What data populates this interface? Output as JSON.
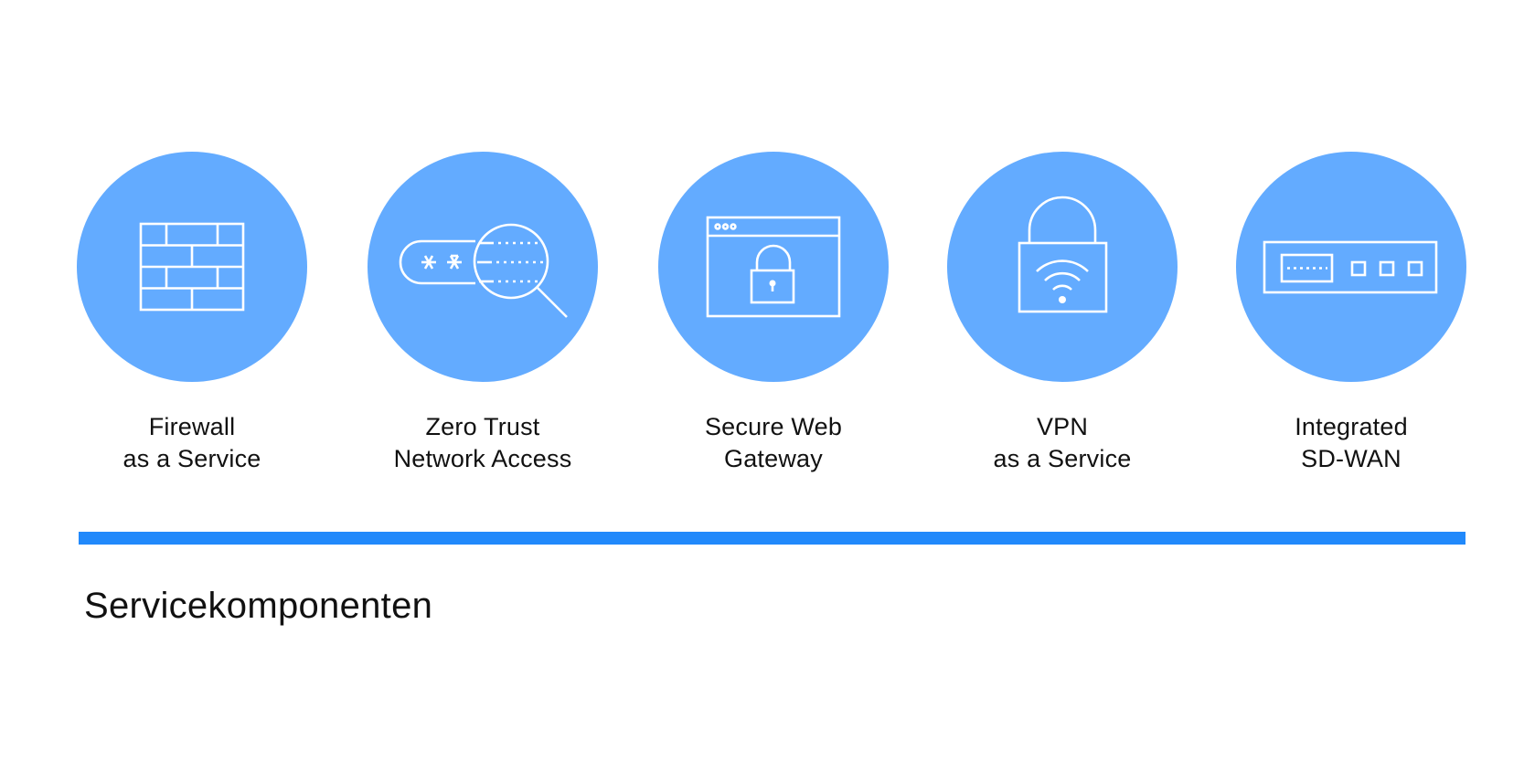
{
  "services": [
    {
      "line1": "Firewall",
      "line2": "as a Service",
      "icon": "brick-wall-icon"
    },
    {
      "line1": "Zero Trust",
      "line2": "Network Access",
      "icon": "password-search-icon"
    },
    {
      "line1": "Secure Web",
      "line2": "Gateway",
      "icon": "browser-lock-icon"
    },
    {
      "line1": "VPN",
      "line2": "as a Service",
      "icon": "padlock-wifi-icon"
    },
    {
      "line1": "Integrated",
      "line2": "SD-WAN",
      "icon": "network-appliance-icon"
    }
  ],
  "footer": {
    "title": "Servicekomponenten"
  },
  "colors": {
    "circle": "#63abff",
    "divider": "#2189fb",
    "icon_stroke": "#ffffff",
    "text": "#111111"
  }
}
